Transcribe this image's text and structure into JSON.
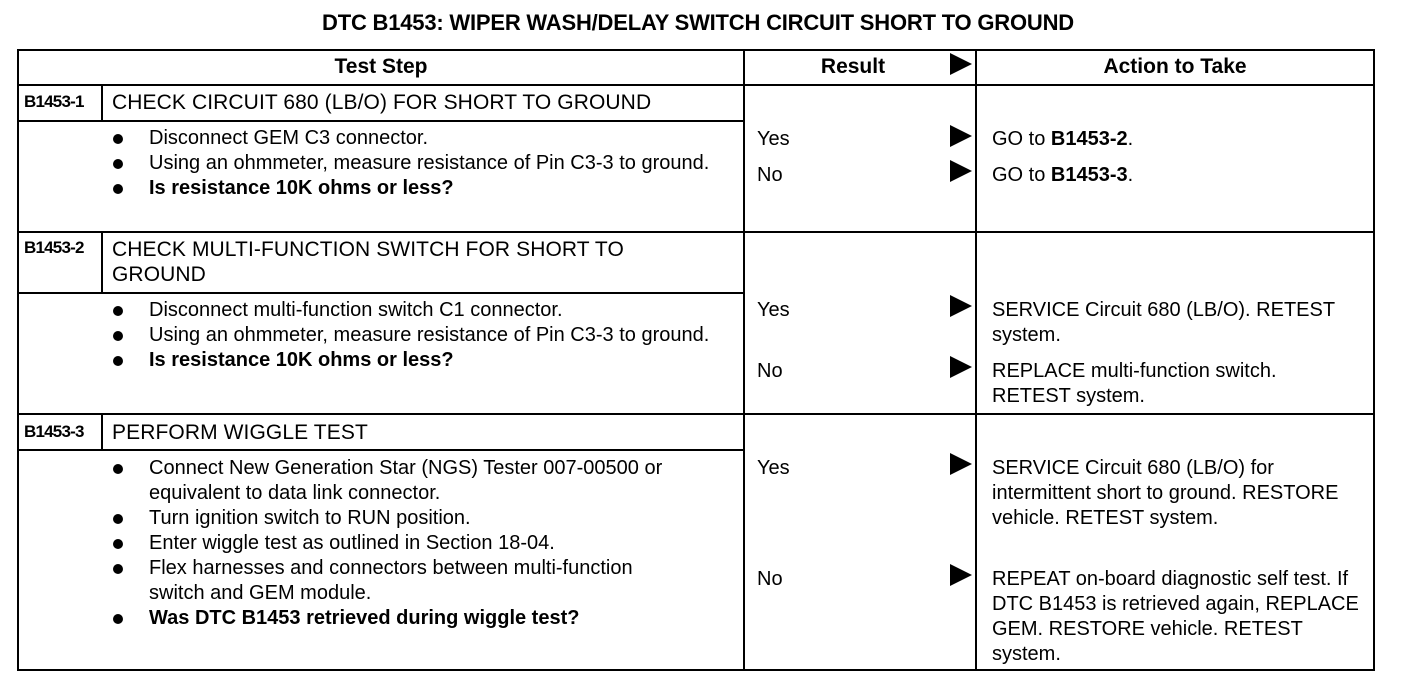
{
  "title": "DTC B1453: WIPER WASH/DELAY SWITCH CIRCUIT SHORT TO GROUND",
  "headers": {
    "test_step": "Test Step",
    "result": "Result",
    "action": "Action to Take"
  },
  "steps": [
    {
      "id": "B1453-1",
      "title": "CHECK CIRCUIT 680 (LB/O) FOR SHORT TO GROUND",
      "bullets": [
        "Disconnect GEM C3 connector.",
        "Using an ohmmeter, measure resistance of Pin C3-3 to ground.",
        "Is resistance 10K ohms or less?"
      ],
      "results": [
        {
          "result": "Yes",
          "action_prefix": "GO to ",
          "action_bold": "B1453-2",
          "action_suffix": "."
        },
        {
          "result": "No",
          "action_prefix": "GO to ",
          "action_bold": "B1453-3",
          "action_suffix": "."
        }
      ]
    },
    {
      "id": "B1453-2",
      "title": "CHECK MULTI-FUNCTION SWITCH FOR SHORT TO GROUND",
      "bullets": [
        "Disconnect multi-function switch C1 connector.",
        "Using an ohmmeter, measure resistance of Pin C3-3 to ground.",
        "Is resistance 10K ohms or less?"
      ],
      "results": [
        {
          "result": "Yes",
          "action": "SERVICE Circuit 680 (LB/O). RETEST system."
        },
        {
          "result": "No",
          "action": "REPLACE multi-function switch. RETEST system."
        }
      ]
    },
    {
      "id": "B1453-3",
      "title": "PERFORM WIGGLE TEST",
      "bullets": [
        "Connect New Generation Star (NGS) Tester 007-00500 or equivalent to data link connector.",
        "Turn ignition switch to RUN position.",
        "Enter wiggle test as outlined in Section 18-04.",
        "Flex harnesses and connectors between multi-function switch and GEM module.",
        "Was DTC B1453 retrieved during wiggle test?"
      ],
      "results": [
        {
          "result": "Yes",
          "action": "SERVICE Circuit 680 (LB/O) for intermittent short to ground. RESTORE vehicle. RETEST system."
        },
        {
          "result": "No",
          "action": "REPEAT on-board diagnostic self test. If DTC B1453 is retrieved again, REPLACE GEM. RESTORE vehicle. RETEST system."
        }
      ]
    }
  ]
}
